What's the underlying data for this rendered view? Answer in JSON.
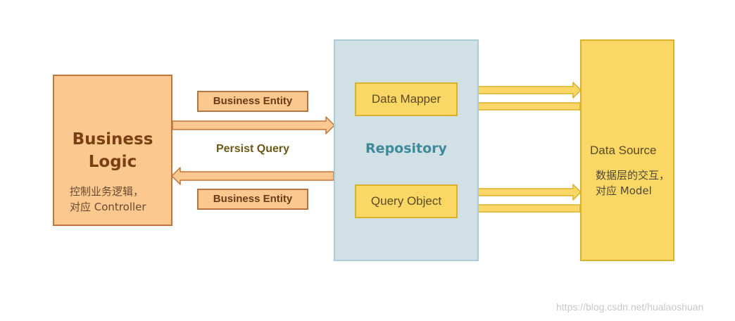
{
  "diagram": {
    "business_logic": {
      "title": "Business\nLogic",
      "description": "控制业务逻辑，\n对应 Controller"
    },
    "repository": {
      "title": "Repository",
      "data_mapper": "Data Mapper",
      "query_object": "Query Object"
    },
    "data_source": {
      "title": "Data Source",
      "description": "数据层的交互，\n对应 Model"
    },
    "labels": {
      "business_entity_top": "Business Entity",
      "persist_query": "Persist Query",
      "business_entity_bottom": "Business Entity"
    },
    "watermark": "https://blog.csdn.net/hualaoshuan"
  },
  "colors": {
    "business_logic_fill": "#fbc890",
    "business_logic_stroke": "#c2753a",
    "repository_fill": "#d1e0e4",
    "repository_stroke": "#a9ccd6",
    "repository_text": "#3e8a9b",
    "data_fill": "#fbd765",
    "data_stroke": "#d9b12a"
  }
}
